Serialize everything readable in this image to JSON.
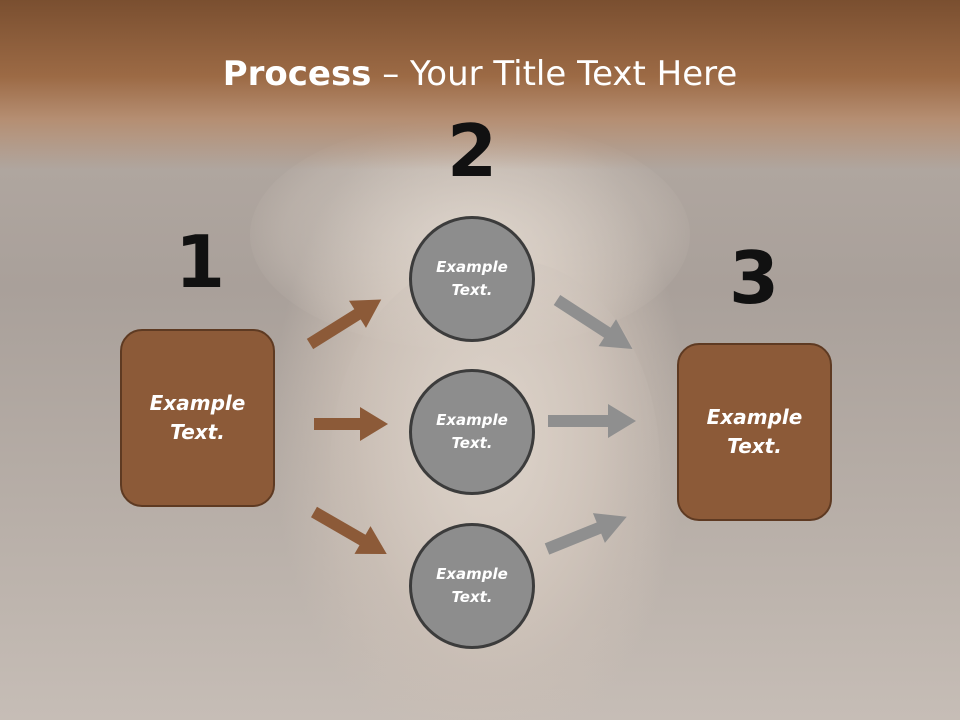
{
  "slide": {
    "title_bold": "Process",
    "title_rest": " – Your Title Text Here"
  },
  "steps": {
    "n1": "1",
    "n2": "2",
    "n3": "3"
  },
  "left_box": {
    "text_line1": "Example",
    "text_line2": "Text."
  },
  "right_box": {
    "text_line1": "Example",
    "text_line2": "Text."
  },
  "circles": [
    {
      "line1": "Example",
      "line2": "Text."
    },
    {
      "line1": "Example",
      "line2": "Text."
    },
    {
      "line1": "Example",
      "line2": "Text."
    }
  ],
  "colors": {
    "brown": "#8c5a38",
    "gray": "#8d8d8d",
    "arrow_brown": "#8c5a38",
    "arrow_gray": "#8f8f8f"
  }
}
